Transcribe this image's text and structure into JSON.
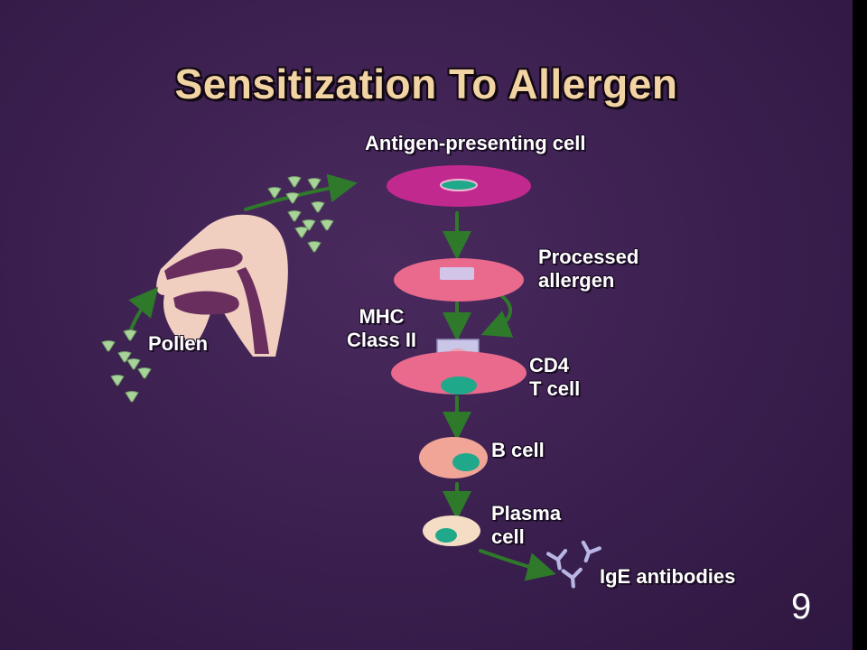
{
  "slide": {
    "title": "Sensitization To Allergen",
    "page_number": "9"
  },
  "labels": {
    "antigen_presenting_cell": "Antigen-presenting cell",
    "processed_allergen": "Processed\nallergen",
    "mhc_class_ii": "MHC\nClass II",
    "cd4_t_cell": "CD4\nT cell",
    "b_cell": "B cell",
    "plasma_cell": "Plasma\ncell",
    "ige_antibodies": "IgE antibodies",
    "pollen": "Pollen"
  },
  "colors": {
    "background": "#3a1f4e",
    "title": "#f2d3a3",
    "arrow": "#2f7a2a",
    "apc_cell": "#c2298e",
    "pink_cell": "#e96a8c",
    "nucleus": "#1fa98a",
    "pollen": "#a8d49a",
    "head": "#f1cfc0",
    "antibody": "#b9b6e6"
  }
}
